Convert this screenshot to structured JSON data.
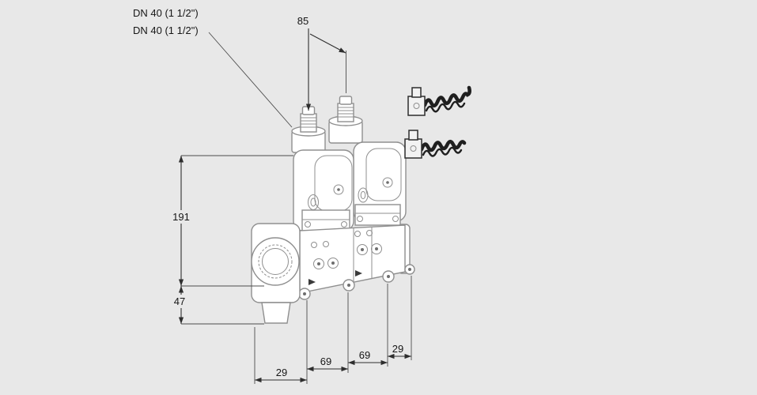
{
  "colors": {
    "bg": "#e8e8e8",
    "outline": "#8f8f8f",
    "dim": "#2e2e2e",
    "fill": "#ffffff",
    "cable": "#1f1f1f"
  },
  "labels": {
    "dn_top": "DN 40 (1 1/2\")",
    "dn_bottom": "DN 40 (1 1/2\")"
  },
  "dimensions": {
    "coil_spacing": "85",
    "overall_height": "191",
    "flange_lower": "47",
    "bottom_far_left": "29",
    "bottom_left_section": "69",
    "bottom_right_section": "69",
    "bottom_far_right": "29"
  }
}
